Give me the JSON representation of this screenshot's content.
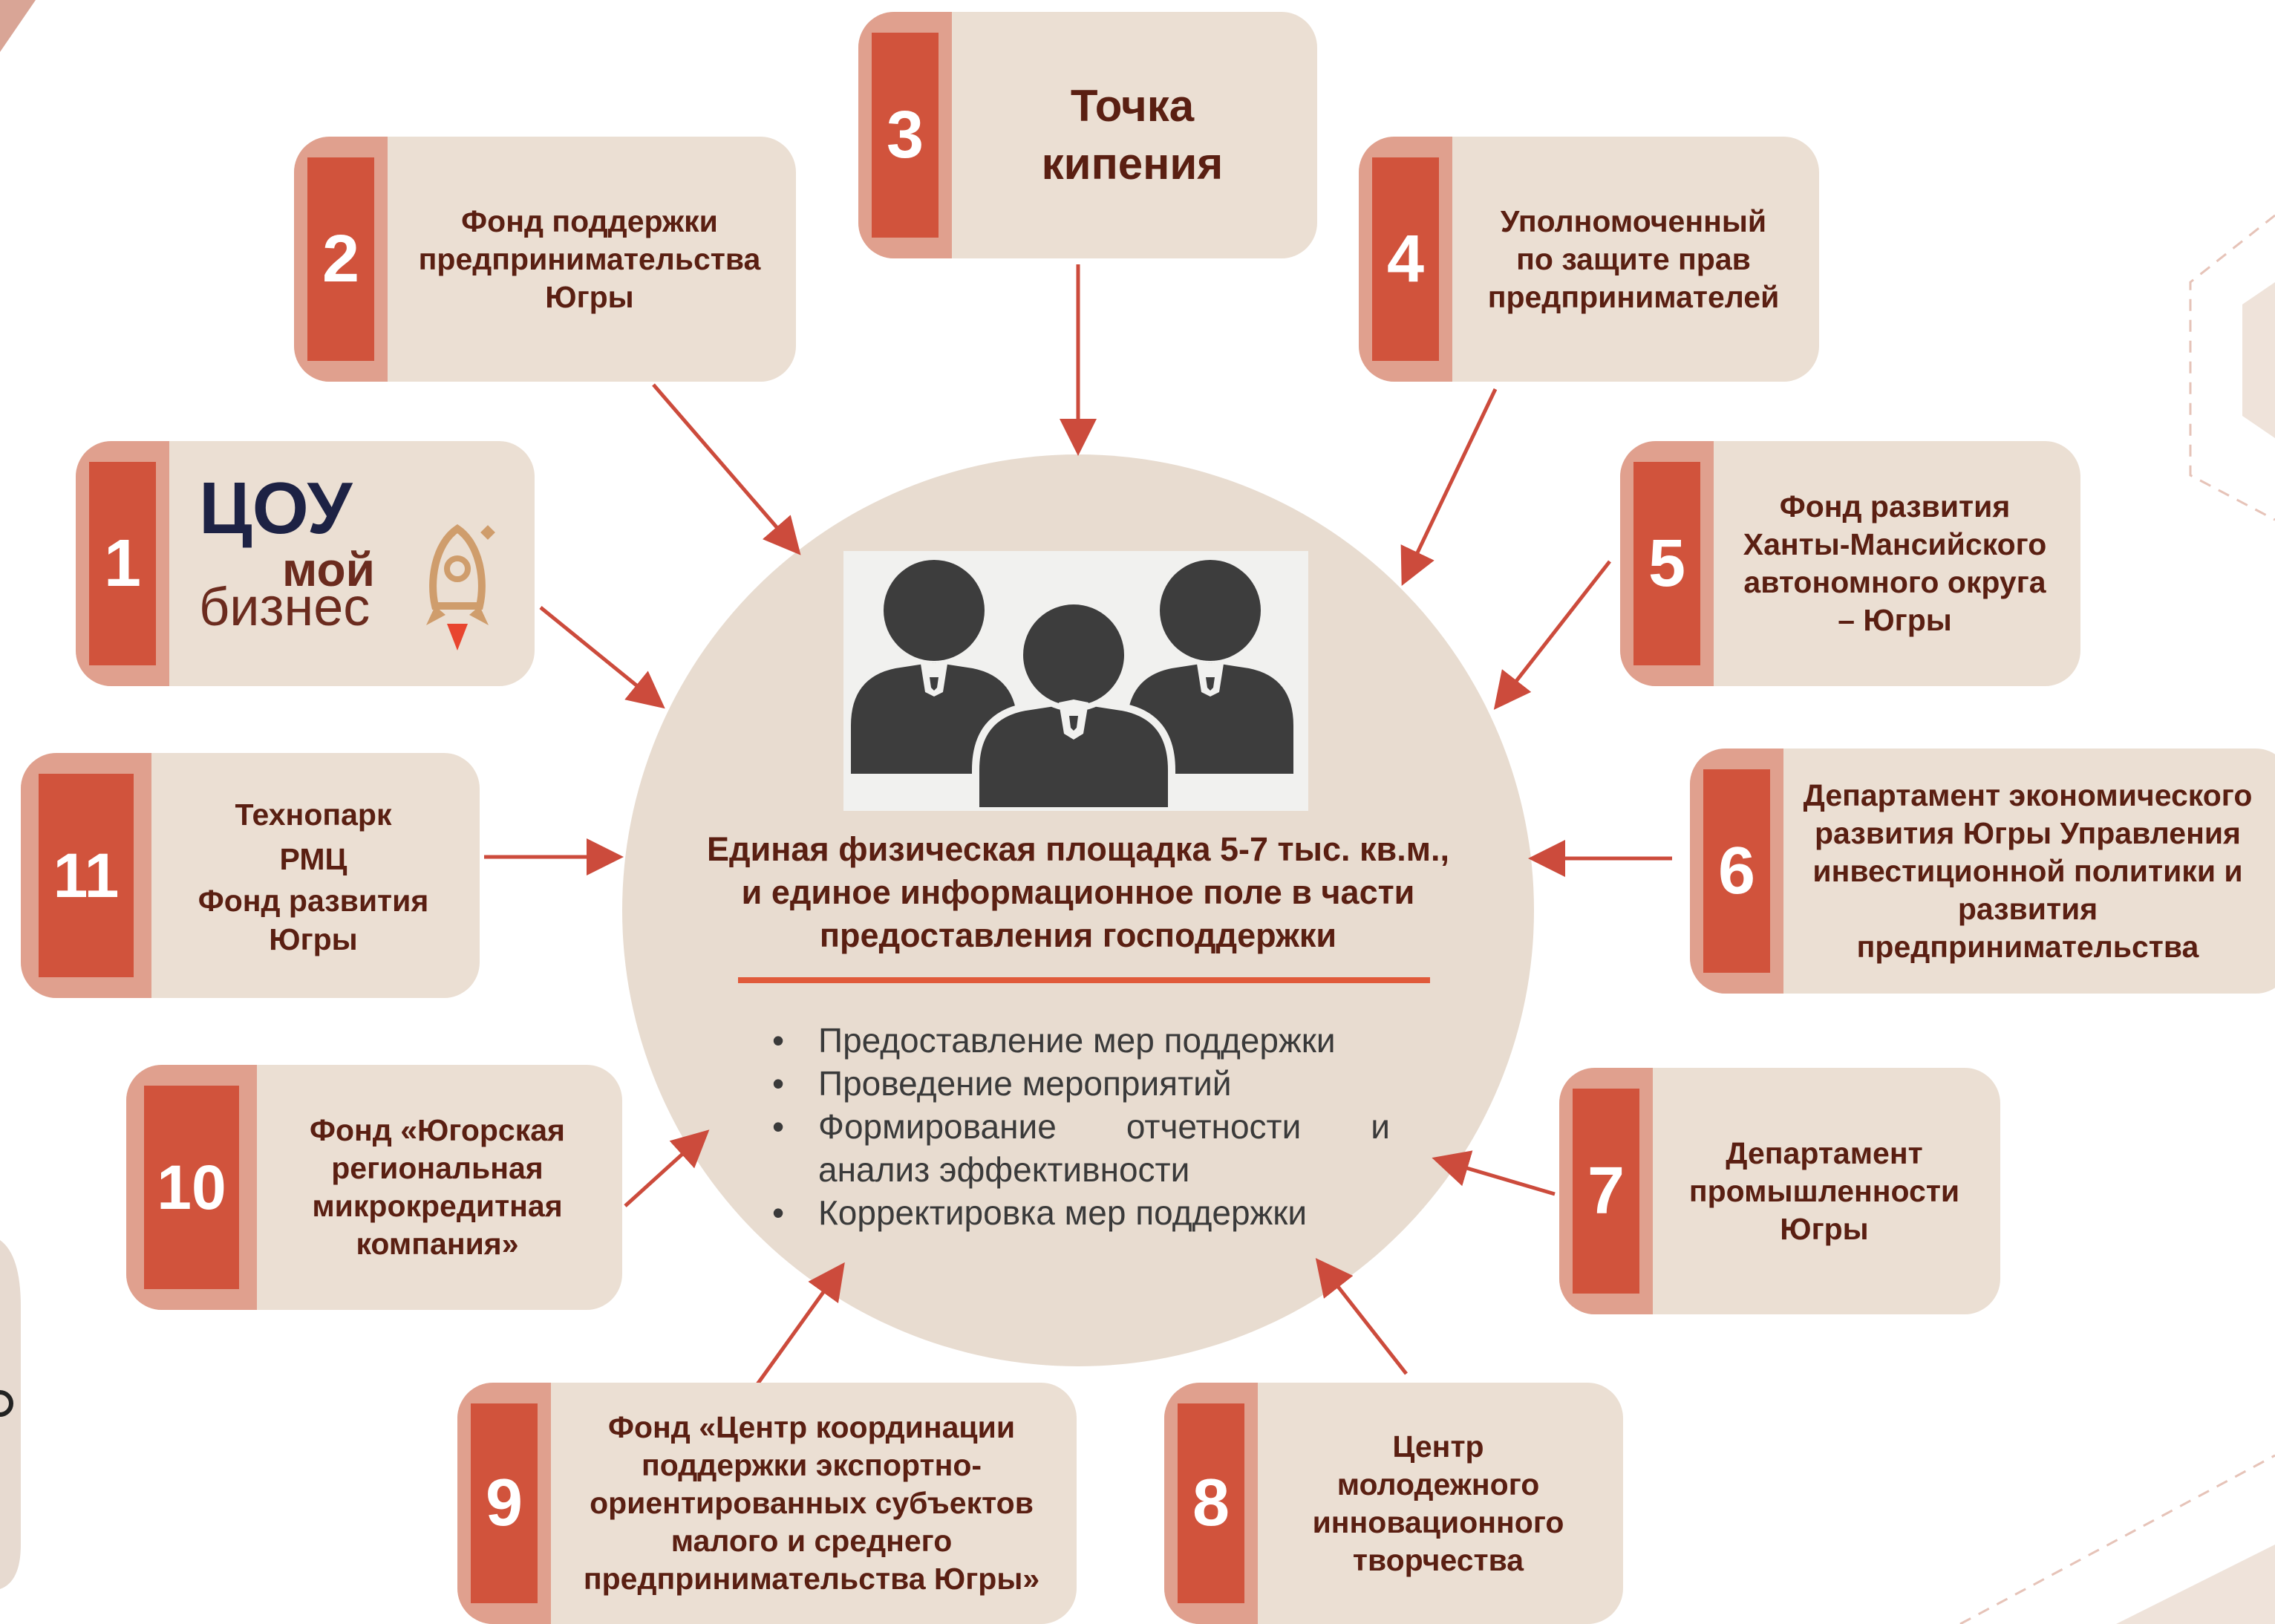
{
  "hub": {
    "title_lines": [
      "Единая физическая площадка 5-7 тыс. кв.м.,",
      "и единое информационное поле в части",
      "предоставления господдержки"
    ],
    "bullets": [
      "Предоставление мер поддержки",
      "Проведение мероприятий",
      "Формирование отчетности и анализ эффективности",
      "Корректировка мер поддержки"
    ],
    "icon": "business-people-icon"
  },
  "cards": [
    {
      "number": "1",
      "logo_lines": [
        "ЦОУ",
        "мой",
        "бизнес"
      ],
      "logo_icon": "rocket-icon"
    },
    {
      "number": "2",
      "lines": [
        "Фонд поддержки",
        "предпринимательства",
        "Югры"
      ]
    },
    {
      "number": "3",
      "lines": [
        "Точка",
        "кипения"
      ]
    },
    {
      "number": "4",
      "lines": [
        "Уполномоченный",
        "по защите прав",
        "предпринимателей"
      ]
    },
    {
      "number": "5",
      "lines": [
        "Фонд развития",
        "Ханты-Мансийского",
        "автономного округа",
        "– Югры"
      ]
    },
    {
      "number": "6",
      "lines": [
        "Департамент экономического",
        "развития Югры Управления",
        "инвестиционной политики и",
        "развития",
        "предпринимательства"
      ]
    },
    {
      "number": "7",
      "lines": [
        "Департамент",
        "промышленности",
        "Югры"
      ]
    },
    {
      "number": "8",
      "lines": [
        "Центр",
        "молодежного",
        "инновационного",
        "творчества"
      ]
    },
    {
      "number": "9",
      "lines": [
        "Фонд «Центр координации",
        "поддержки экспортно-",
        "ориентированных субъектов",
        "малого и среднего",
        "предпринимательства Югры»"
      ]
    },
    {
      "number": "10",
      "lines": [
        "Фонд «Югорская",
        "региональная",
        "микрокредитная",
        "компания»"
      ]
    },
    {
      "number": "11",
      "lines": [
        "Технопарк",
        "РМЦ",
        "Фонд развития",
        "Югры"
      ]
    }
  ],
  "colors": {
    "accent": "#d1533c",
    "accent_light": "#e0a08e",
    "card_bg": "#ebdfd3",
    "hub_bg": "#e8dcd0",
    "text": "#5a1f12",
    "people": "#3d3d3d"
  }
}
